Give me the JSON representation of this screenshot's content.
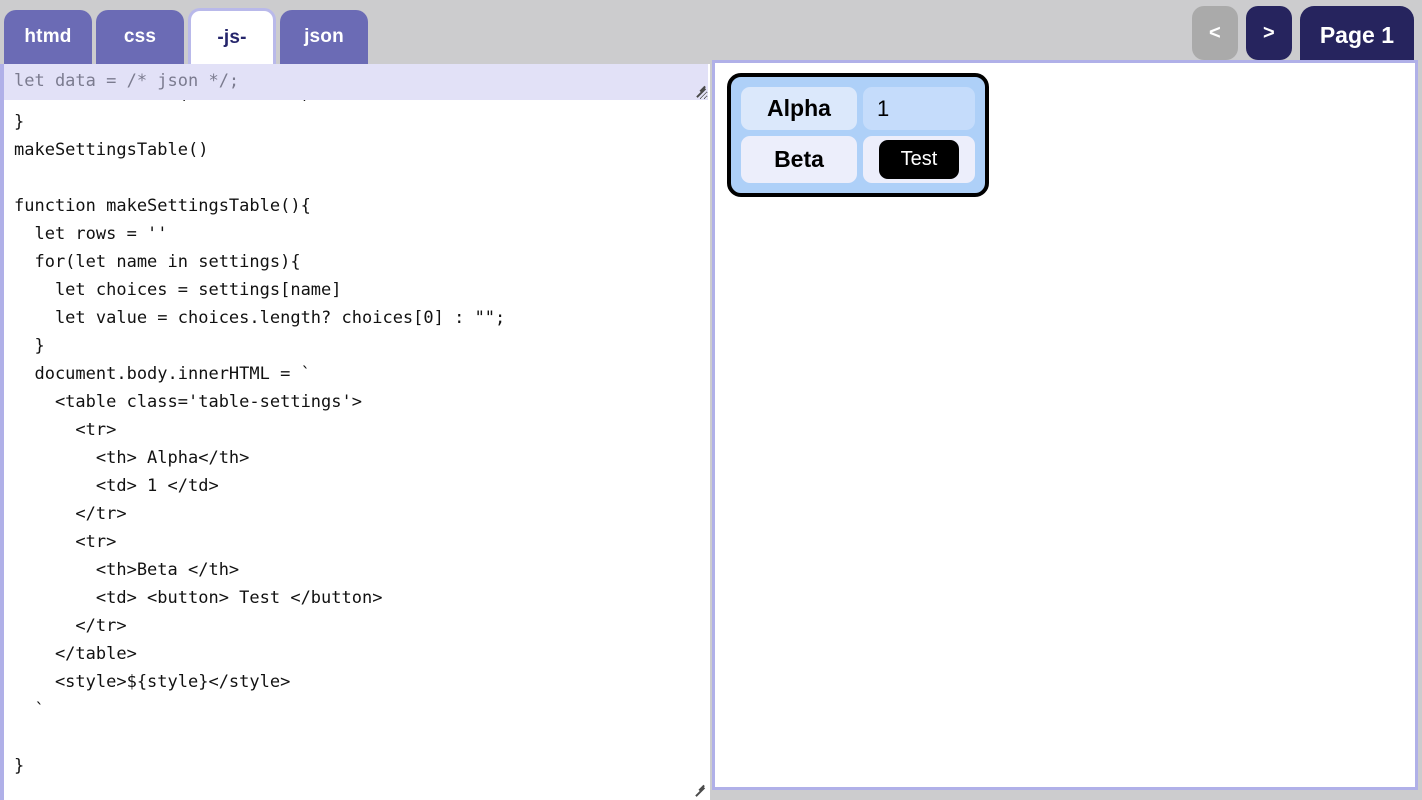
{
  "tabs": [
    {
      "label": "htmd",
      "active": false
    },
    {
      "label": "css",
      "active": false
    },
    {
      "label": "-js-",
      "active": true
    },
    {
      "label": "json",
      "active": false
    }
  ],
  "nav": {
    "prev_label": "<",
    "next_label": ">",
    "page_label": "Page 1",
    "prev_disabled": true,
    "accent_navy": "#26245e",
    "disabled_gray": "#aaaaaa",
    "tab_inactive": "#6b6bb5",
    "tab_active_text": "#25256b",
    "border_lavender": "#b0b0e8"
  },
  "editor": {
    "header_input_value": "let data = /* json */;",
    "header_input_placeholder": "let data = /* json */;",
    "code": "  'beta' : words('a b c d e')\n}\nmakeSettingsTable()\n\nfunction makeSettingsTable(){\n  let rows = ''\n  for(let name in settings){\n    let choices = settings[name]\n    let value = choices.length? choices[0] : \"\";\n  }\n  document.body.innerHTML = `\n    <table class='table-settings'>\n      <tr>\n        <th> Alpha</th>\n        <td> 1 </td>\n      </tr>\n      <tr>\n        <th>Beta </th>\n        <td> <button> Test </button>\n      </tr>\n    </table>\n    <style>${style}</style>\n  `\n\n}",
    "resize_grip_icon": "resize-grip-icon"
  },
  "preview": {
    "table": {
      "rows": [
        {
          "header": "Alpha",
          "value": "1",
          "is_button": false
        },
        {
          "header": "Beta",
          "value": "Test",
          "is_button": true
        }
      ]
    }
  }
}
